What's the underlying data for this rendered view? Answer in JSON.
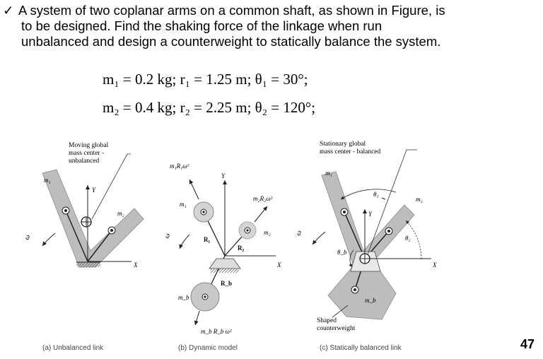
{
  "problem": {
    "check_glyph": "✓",
    "line1": "A system of two coplanar arms on a common shaft, as shown in Figure, is",
    "line2": "to be designed. Find the shaking force of the linkage when run",
    "line3": "unbalanced and design a counterweight to statically balance the system."
  },
  "equations": {
    "eq1": "m₁ = 0.2 kg;  r₁ = 1.25 m;  θ₁ = 30°;",
    "eq2": "m₂ = 0.4 kg;  r₂ = 2.25 m;  θ₂ = 120°;"
  },
  "figure_a": {
    "callout_1": "Moving global",
    "callout_2": "mass center -",
    "callout_3": "unbalanced",
    "m1": "m₁",
    "m2": "m₂",
    "y_axis": "Y",
    "x_axis": "X",
    "omega": "ω",
    "caption": "(a) Unbalanced link"
  },
  "figure_b": {
    "force1": "m₁R₁ω²",
    "force2": "m₂R₂ω²",
    "forceb": "m_b R_b ω²",
    "m1": "m₁",
    "m2": "m₂",
    "mb": "m_b",
    "R1": "R₁",
    "R2": "R₂",
    "Rb": "R_b",
    "y_axis": "Y",
    "x_axis": "X",
    "omega": "ω",
    "caption": "(b) Dynamic model"
  },
  "figure_c": {
    "callout_1": "Stationary global",
    "callout_2": "mass center - balanced",
    "m1": "m₁",
    "m2": "m₂",
    "mb": "m_b",
    "theta1": "θ₁",
    "theta2": "θ₂",
    "thetab": "θ_b",
    "y_axis": "Y",
    "x_axis": "X",
    "omega": "ω",
    "cw_1": "Shaped",
    "cw_2": "counterweight",
    "caption": "(c) Statically balanced link"
  },
  "page_number": "47",
  "colors": {
    "link_fill": "#bdbdbd",
    "mass_fill": "#d4d4d4",
    "line": "#222222"
  }
}
